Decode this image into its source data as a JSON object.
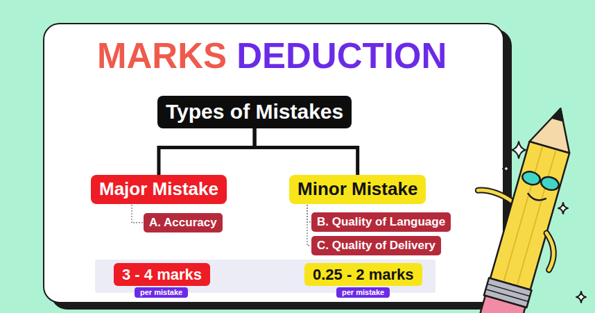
{
  "diagram": {
    "title": "MARKS DEDUCTION",
    "nodes": [
      {
        "text": [
          "Types of Mistakes"
        ]
      },
      {
        "text": [
          "Major Mistake"
        ]
      },
      {
        "text": [
          "Minor Mistake"
        ]
      },
      {
        "text": [
          "A. Accuracy"
        ]
      },
      {
        "text": [
          "B. Quality of Language"
        ]
      },
      {
        "text": [
          "C. Quality of Delivery"
        ]
      },
      {
        "text": [
          "3 - 4 marks"
        ]
      },
      {
        "text": [
          "per mistake"
        ]
      },
      {
        "text": [
          "0.25 - 2 marks"
        ]
      },
      {
        "text": [
          "per mistake"
        ]
      }
    ],
    "edges": [
      {
        "from": 0,
        "to": 1,
        "arrow": "none"
      },
      {
        "from": 0,
        "to": 2,
        "arrow": "none"
      },
      {
        "from": 1,
        "to": 3,
        "arrow": "none"
      },
      {
        "from": 2,
        "to": 4,
        "arrow": "none"
      },
      {
        "from": 2,
        "to": 5,
        "arrow": "none"
      }
    ]
  }
}
